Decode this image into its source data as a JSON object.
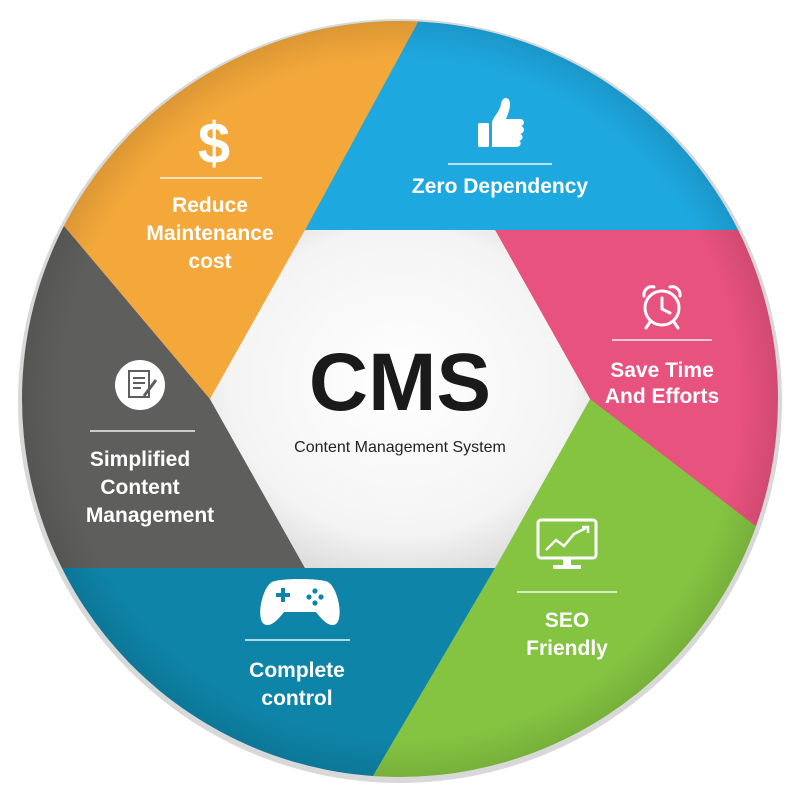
{
  "center": {
    "title": "CMS",
    "subtitle": "Content Management System"
  },
  "segments": [
    {
      "id": "zero-dependency",
      "lines": [
        "Zero Dependency"
      ],
      "color": "#1EA8E0",
      "icon": "thumbs-up-icon"
    },
    {
      "id": "save-time",
      "lines": [
        "Save Time",
        "And Efforts"
      ],
      "color": "#E8527E",
      "icon": "alarm-clock-icon"
    },
    {
      "id": "seo-friendly",
      "lines": [
        "SEO",
        "Friendly"
      ],
      "color": "#84C441",
      "icon": "monitor-chart-icon"
    },
    {
      "id": "complete-control",
      "lines": [
        "Complete",
        "control"
      ],
      "color": "#0E84A8",
      "icon": "gamepad-icon"
    },
    {
      "id": "simplified-content",
      "lines": [
        "Simplified",
        "Content",
        "Management"
      ],
      "color": "#5E5E5C",
      "icon": "document-edit-icon"
    },
    {
      "id": "reduce-cost",
      "lines": [
        "Reduce",
        "Maintenance",
        "cost"
      ],
      "color": "#F4A83A",
      "icon": "dollar-icon"
    }
  ]
}
